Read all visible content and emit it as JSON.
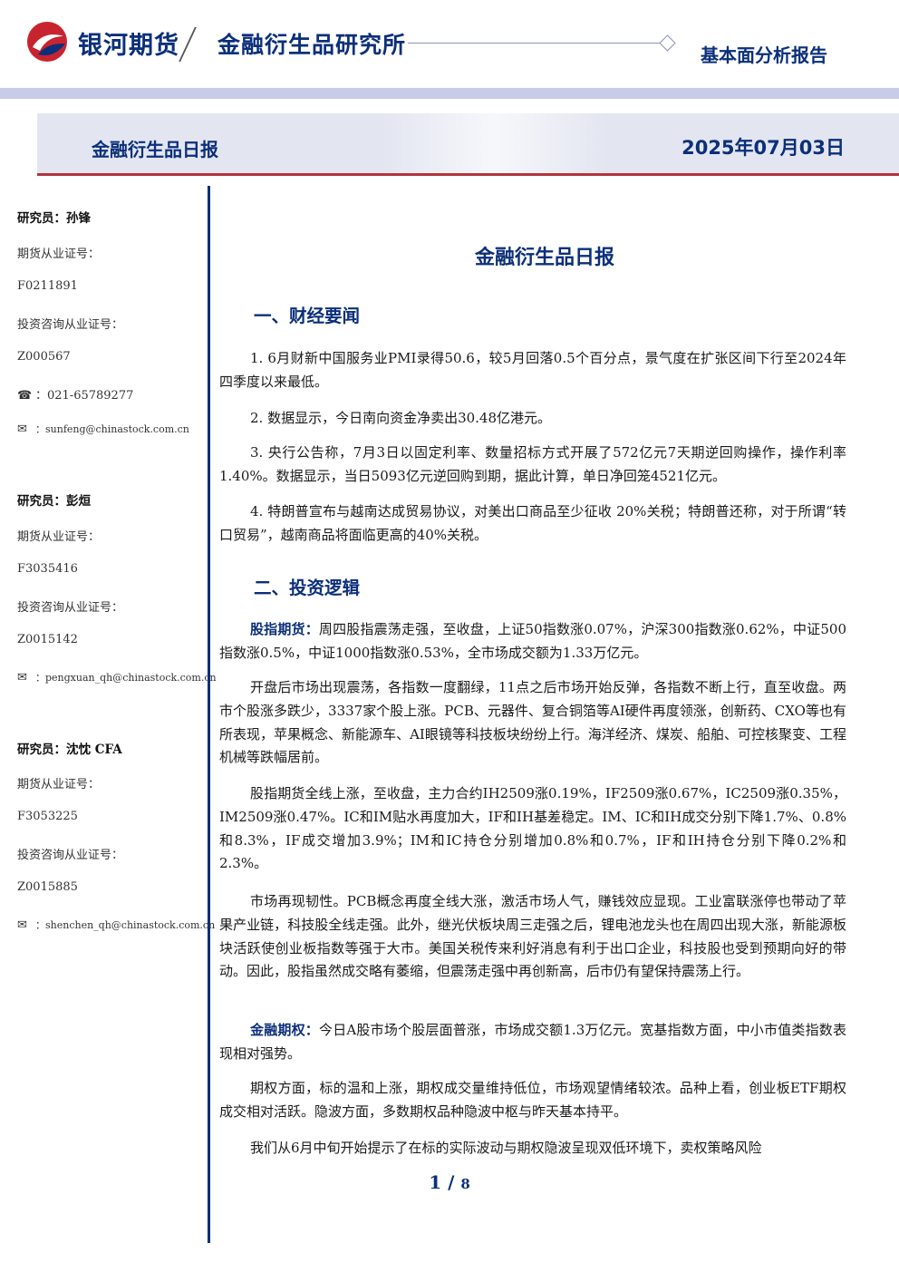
{
  "header": {
    "brand": "银河期货",
    "institute": "金融衍生品研究所",
    "report_type": "基本面分析报告"
  },
  "banner": {
    "title": "金融衍生品日报",
    "date": "2025年07月03日"
  },
  "sidebar": {
    "researchers": [
      {
        "name": "研究员：孙锋",
        "futures_label": "期货从业证号：",
        "futures_no": "F0211891",
        "consult_label": "投资咨询从业证号：",
        "consult_no": "Z000567",
        "phone": "：021-65789277",
        "email": "：sunfeng@chinastock.com.cn"
      },
      {
        "name": "研究员：彭烜",
        "futures_label": "期货从业证号：",
        "futures_no": "F3035416",
        "consult_label": "投资咨询从业证号：",
        "consult_no": "Z0015142",
        "email": "：pengxuan_qh@chinastock.com.cn"
      },
      {
        "name": "研究员：沈忱 CFA",
        "futures_label": "期货从业证号：",
        "futures_no": "F3053225",
        "consult_label": "投资咨询从业证号：",
        "consult_no": "Z0015885",
        "email": "：shenchen_qh@chinastock.com.cn"
      }
    ]
  },
  "main": {
    "title": "金融衍生品日报",
    "sections": [
      {
        "heading": "一、财经要闻",
        "paragraphs": [
          "1. 6月财新中国服务业PMI录得50.6，较5月回落0.5个百分点，景气度在扩张区间下行至2024年四季度以来最低。",
          "2. 数据显示，今日南向资金净卖出30.48亿港元。",
          "3. 央行公告称，7月3日以固定利率、数量招标方式开展了572亿元7天期逆回购操作，操作利率1.40%。数据显示，当日5093亿元逆回购到期，据此计算，单日净回笼4521亿元。",
          "4. 特朗普宣布与越南达成贸易协议，对美出口商品至少征收 20%关税；特朗普还称，对于所谓“转口贸易”，越南商品将面临更高的40%关税。"
        ]
      },
      {
        "heading": "二、投资逻辑",
        "paragraphs": [
          {
            "keyword": "股指期货：",
            "text": "周四股指震荡走强，至收盘，上证50指数涨0.07%，沪深300指数涨0.62%，中证500指数涨0.5%，中证1000指数涨0.53%，全市场成交额为1.33万亿元。"
          },
          {
            "keyword": "",
            "text": "开盘后市场出现震荡，各指数一度翻绿，11点之后市场开始反弹，各指数不断上行，直至收盘。两市个股涨多跌少，3337家个股上涨。PCB、元器件、复合铜箔等AI硬件再度领涨，创新药、CXO等也有所表现，苹果概念、新能源车、AI眼镜等科技板块纷纷上行。海洋经济、煤炭、船舶、可控核聚变、工程机械等跌幅居前。"
          },
          {
            "keyword": "",
            "text": "股指期货全线上涨，至收盘，主力合约IH2509涨0.19%，IF2509涨0.67%，IC2509涨0.35%，IM2509涨0.47%。IC和IM贴水再度加大，IF和IH基差稳定。IM、IC和IH成交分别下降1.7%、0.8%和8.3%，IF成交增加3.9%；IM和IC持仓分别增加0.8%和0.7%，IF和IH持仓分别下降0.2%和2.3%。"
          },
          {
            "keyword": "",
            "text": "市场再现韧性。PCB概念再度全线大涨，激活市场人气，赚钱效应显现。工业富联涨停也带动了苹果产业链，科技股全线走强。此外，继光伏板块周三走强之后，锂电池龙头也在周四出现大涨，新能源板块活跃使创业板指数等强于大市。美国关税传来利好消息有利于出口企业，科技股也受到预期向好的带动。因此，股指虽然成交略有萎缩，但震荡走强中再创新高，后市仍有望保持震荡上行。"
          },
          {
            "keyword": "金融期权：",
            "text": "今日A股市场个股层面普涨，市场成交额1.3万亿元。宽基指数方面，中小市值类指数表现相对强势。"
          },
          {
            "keyword": "",
            "text": "期权方面，标的温和上涨，期权成交量维持低位，市场观望情绪较浓。品种上看，创业板ETF期权成交相对活跃。隐波方面，多数期权品种隐波中枢与昨天基本持平。"
          },
          {
            "keyword": "",
            "text": "我们从6月中旬开始提示了在标的实际波动与期权隐波呈现双低环境下，卖权策略风险"
          }
        ]
      }
    ]
  },
  "footer": {
    "page": "1",
    "separator": " / ",
    "total": "8"
  },
  "colors": {
    "brand_blue": "#0b2f7a",
    "accent_red": "#b2343b",
    "banner_bg": "#e3e6f1",
    "top_bar": "#c9cce8"
  }
}
